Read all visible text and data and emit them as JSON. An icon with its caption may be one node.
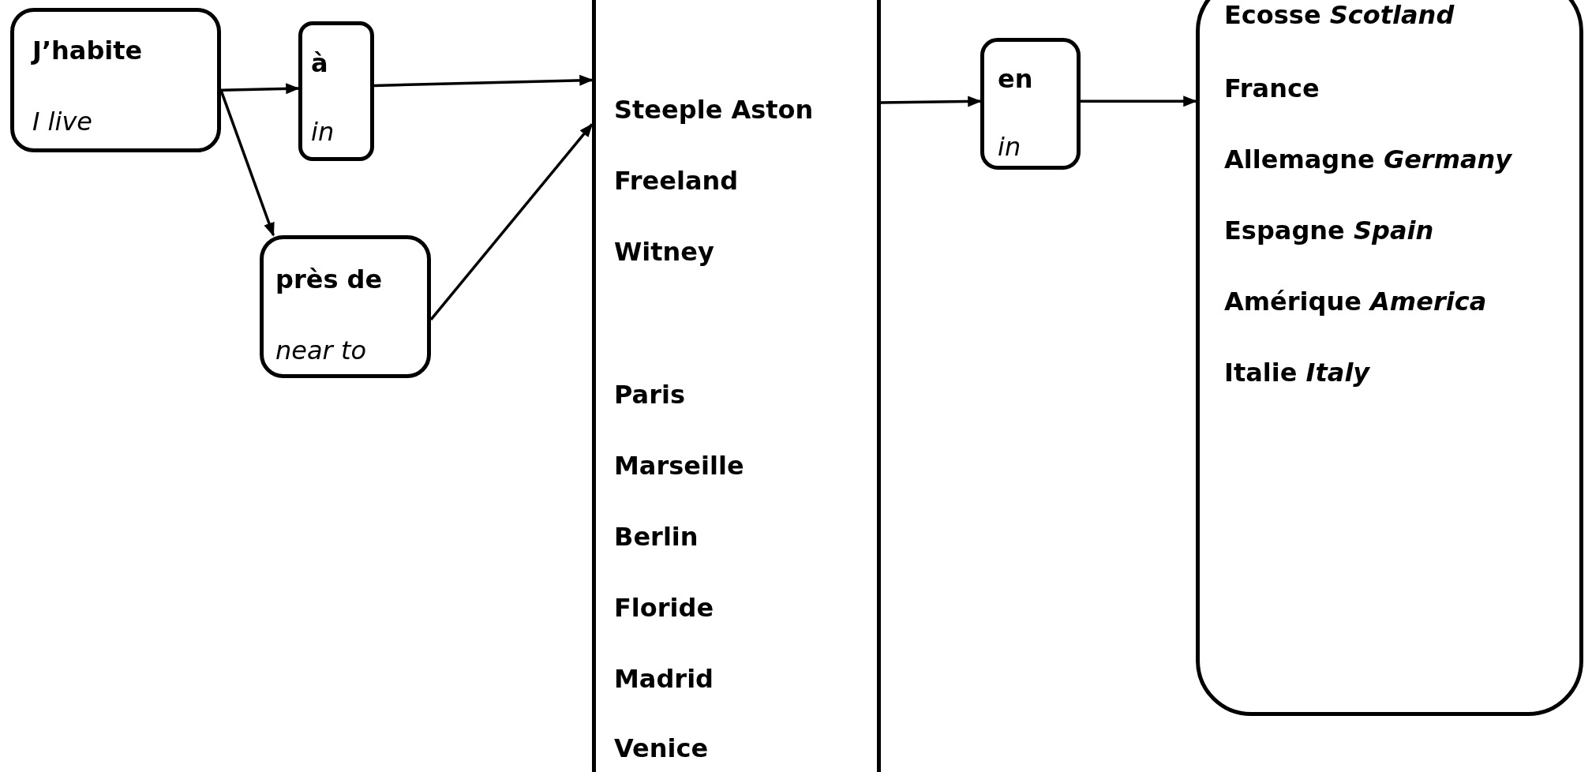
{
  "diagram": {
    "nodes": [
      {
        "text": [
          "J’habite",
          "I live"
        ]
      },
      {
        "text": [
          "à",
          "in"
        ]
      },
      {
        "text": [
          "près de",
          "near to"
        ]
      },
      {
        "text": [
          "Steeple Aston",
          "Freeland",
          "Witney",
          "Paris",
          "Marseille",
          "Berlin",
          "Floride",
          "Madrid",
          "Venice"
        ]
      },
      {
        "text": [
          "en",
          "in"
        ]
      },
      {
        "text": [
          "Ecosse *Scotland*",
          "France",
          "Allemagne *Germany*",
          "Espagne *Spain*",
          "Amérique *America*",
          "Italie *Italy*"
        ]
      }
    ],
    "edges": [
      {
        "from": 0,
        "to": 1,
        "arrow": "to"
      },
      {
        "from": 0,
        "to": 2,
        "arrow": "to"
      },
      {
        "from": 1,
        "to": 3,
        "arrow": "to"
      },
      {
        "from": 2,
        "to": 3,
        "arrow": "to"
      },
      {
        "from": 3,
        "to": 4,
        "arrow": "to"
      },
      {
        "from": 4,
        "to": 5,
        "arrow": "to"
      }
    ]
  }
}
